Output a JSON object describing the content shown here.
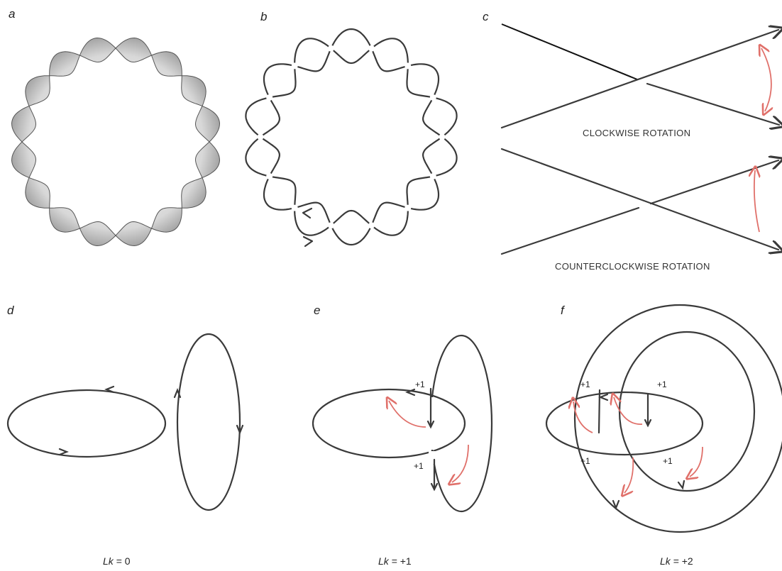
{
  "panels": {
    "a": {
      "letter": "a"
    },
    "b": {
      "letter": "b"
    },
    "c": {
      "letter": "c",
      "caption_top": "CLOCKWISE ROTATION",
      "caption_bottom": "COUNTERCLOCKWISE ROTATION"
    },
    "d": {
      "letter": "d",
      "lk_label": "Lk",
      "lk_value": "= 0"
    },
    "e": {
      "letter": "e",
      "lk_label": "Lk",
      "lk_value": "= +1",
      "crossing_labels": [
        "+1",
        "+1"
      ]
    },
    "f": {
      "letter": "f",
      "lk_label": "Lk",
      "lk_value": "= +2",
      "crossing_labels": [
        "+1",
        "+1",
        "+1",
        "+1"
      ]
    }
  },
  "colors": {
    "strand": "#3a3a3a",
    "rotation_arrow": "#e0706a",
    "ribbon_shade": "#9a9a9a"
  }
}
